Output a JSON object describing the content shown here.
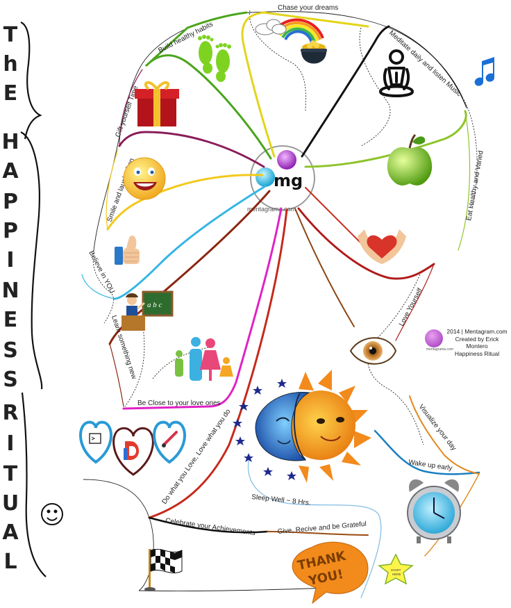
{
  "title": {
    "letters": [
      "T",
      "h",
      "E",
      "H",
      "A",
      "P",
      "P",
      "I",
      "N",
      "E",
      "S",
      "S",
      "R",
      "I",
      "T",
      "U",
      "A",
      "L"
    ]
  },
  "branches": {
    "chase": "Chase your dreams",
    "habits": "Build healthy habits",
    "gift": "Gift yourself Time",
    "smile": "Smile and laugh often",
    "believe": "Believe in YOU",
    "learn": "Learn something new",
    "close": "Be Close to your love ones",
    "dowhat": "Do what you Love, Love what you do",
    "celebrate": "Celebrate your Achievements",
    "give": "Give, Recive and be Grateful",
    "sleep": "Sleep Well ~ 8 Hrs.",
    "wake": "Wake up early",
    "visualize": "Visualize your day",
    "loveyourself": "Love Yourself",
    "eat": "Eat Healthy and Varied",
    "meditate": "Meditate daily and listen Music"
  },
  "center": {
    "logo_text": "mg",
    "site": "mentagrama.com"
  },
  "credit": {
    "line1": "2014 | Mentagram.com",
    "line2": "Created by Erick",
    "line3": "Montero",
    "line4": "Happiness Ritual",
    "logo_caption": "mentagrama.com"
  },
  "bubbles": {
    "thank_line1": "THANK",
    "thank_line2": "YOU!",
    "start_line1": "START",
    "start_line2": "HERE"
  },
  "whiteboard": {
    "text": "a b c"
  },
  "colors": {
    "chase": "#e3d41b",
    "habits": "#4aa51c",
    "gift": "#8a1d5a",
    "smile": "#f2c91d",
    "believe": "#34b5e5",
    "learn": "#8b2612",
    "close": "#e021c5",
    "dowhat": "#c6291c",
    "celebrate": "#0e0e0e",
    "give": "#9a4a10",
    "sleep": "#8dc3e6",
    "wake": "#1a7fc1",
    "visualize": "#e08a1f",
    "loveyourself": "#b01b1b",
    "eat": "#8ec42a",
    "meditate": "#111111"
  }
}
